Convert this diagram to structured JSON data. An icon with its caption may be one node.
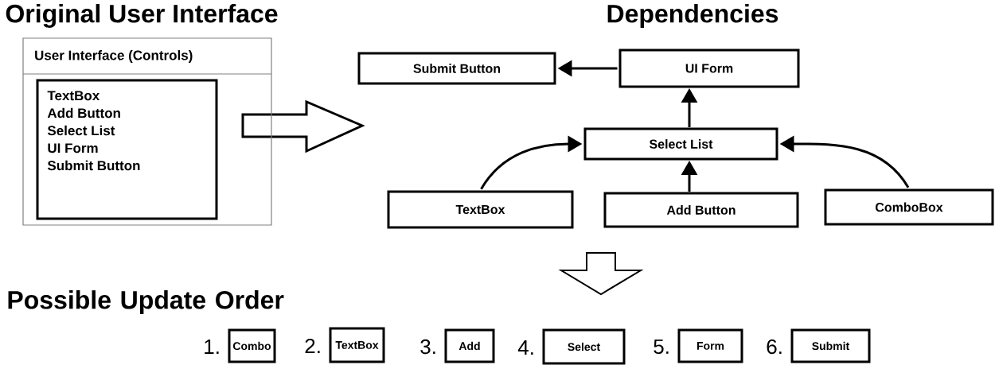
{
  "diagram": {
    "nodes": [
      {
        "text": [
          "User Interface (Controls)"
        ]
      },
      {
        "text": [
          "TextBox",
          "Add Button",
          "Select List",
          "UI Form",
          "Submit Button"
        ],
        "in": 0
      },
      {
        "text": [
          "Submit Button"
        ]
      },
      {
        "text": [
          "UI Form"
        ]
      },
      {
        "text": [
          "Select List"
        ]
      },
      {
        "text": [
          "TextBox"
        ]
      },
      {
        "text": [
          "Add Button"
        ]
      },
      {
        "text": [
          "ComboBox"
        ]
      },
      {
        "text": [
          "Combo"
        ],
        "beside": [
          "1."
        ]
      },
      {
        "text": [
          "TextBox"
        ],
        "beside": [
          "2."
        ]
      },
      {
        "text": [
          "Add"
        ],
        "beside": [
          "3."
        ]
      },
      {
        "text": [
          "Select"
        ],
        "beside": [
          "4."
        ]
      },
      {
        "text": [
          "Form"
        ],
        "beside": [
          "5."
        ]
      },
      {
        "text": [
          "Submit"
        ],
        "beside": [
          "6."
        ]
      }
    ],
    "edges": [
      {
        "from": 3,
        "to": 2,
        "arrow": "to"
      },
      {
        "from": 4,
        "to": 3,
        "arrow": "to"
      },
      {
        "from": 5,
        "to": 4,
        "arrow": "to"
      },
      {
        "from": 6,
        "to": 4,
        "arrow": "to"
      },
      {
        "from": 7,
        "to": 4,
        "arrow": "to"
      }
    ],
    "labels": [
      "Original User Interface",
      "Dependencies",
      "Possible Update Order"
    ]
  }
}
